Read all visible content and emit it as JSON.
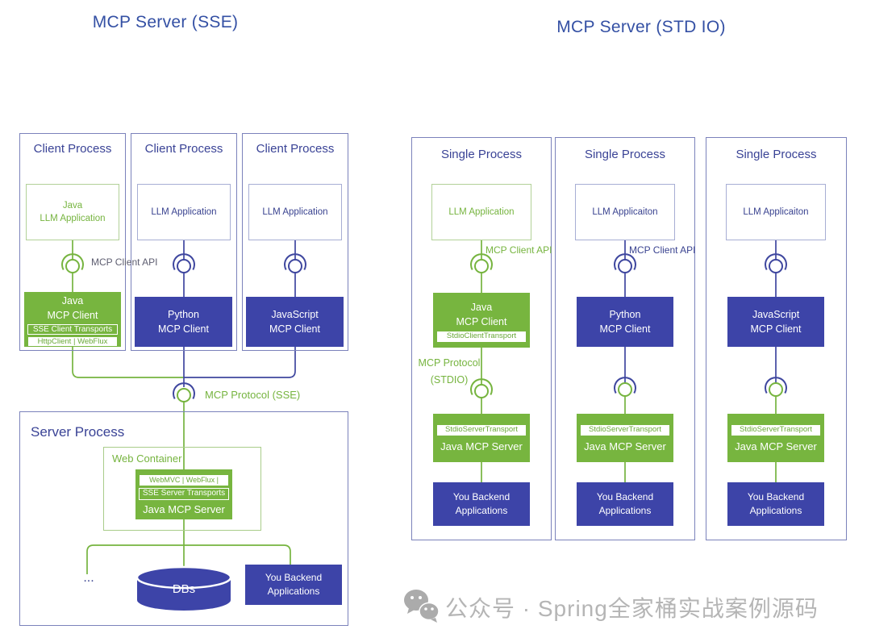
{
  "colors": {
    "green": "#76B43F",
    "indigo": "#3D44A8",
    "navy_text": "#3A4390",
    "title_text": "#3450A4",
    "gray_label": "#5D5D70",
    "watermark_gray": "#B5B5B5"
  },
  "left": {
    "title": "MCP Server (SSE)",
    "client_api_label": "MCP Client API",
    "protocol_label": "MCP Protocol (SSE)",
    "columns": [
      {
        "process_title": "Client Process",
        "app": "Java\nLLM Application",
        "client": "Java\nMCP Client",
        "strip1": "SSE Client Transports",
        "strip2": "HttpClient | WebFlux"
      },
      {
        "process_title": "Client Process",
        "app": "LLM Application",
        "client": "Python\nMCP Client"
      },
      {
        "process_title": "Client Process",
        "app": "LLM Application",
        "client": "JavaScript\nMCP Client"
      }
    ],
    "server": {
      "title": "Server Process",
      "web_container": "Web Container",
      "strip1": "WebMVC | WebFlux | Servlet",
      "strip2": "SSE Server Transports",
      "label": "Java MCP Server",
      "ellipsis": "...",
      "dbs": "DBs",
      "backend": "You Backend\nApplications"
    }
  },
  "right": {
    "title": "MCP Server (STD IO)",
    "columns": [
      {
        "process_title": "Single Process",
        "app": "LLM Application",
        "client_api_label": "MCP Client API",
        "client": "Java\nMCP Client",
        "client_strip": "StdioClientTransport",
        "protocol_label": "MCP Protocol\n(STDIO)",
        "server_strip": "StdioServerTransport",
        "server": "Java MCP Server",
        "backend": "You Backend\nApplications"
      },
      {
        "process_title": "Single Process",
        "app": "LLM Applicaiton",
        "client_api_label": "MCP Client API",
        "client": "Python\nMCP Client",
        "server_strip": "StdioServerTransport",
        "server": "Java MCP Server",
        "backend": "You Backend\nApplications"
      },
      {
        "process_title": "Single Process",
        "app": "LLM Applicaiton",
        "client": "JavaScript\nMCP Client",
        "server_strip": "StdioServerTransport",
        "server": "Java MCP Server",
        "backend": "You Backend\nApplications"
      }
    ]
  },
  "watermark": {
    "icon": "wechat-icon",
    "text": "公众号 · Spring全家桶实战案例源码"
  }
}
